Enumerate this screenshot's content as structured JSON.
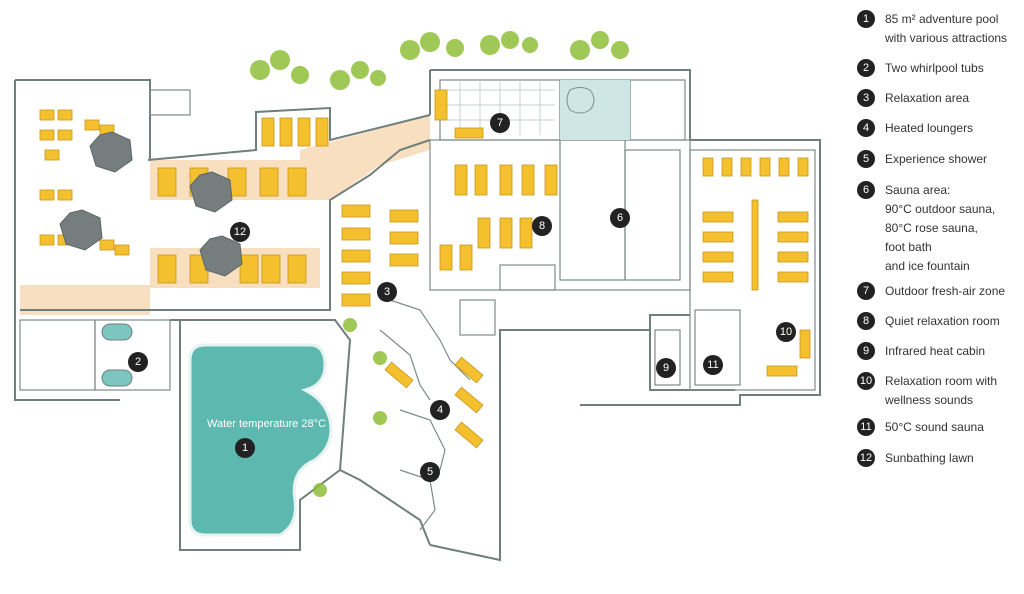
{
  "pool": {
    "temperature_label": "Water temperature 28°C"
  },
  "markers": [
    {
      "num": "1"
    },
    {
      "num": "2"
    },
    {
      "num": "3"
    },
    {
      "num": "4"
    },
    {
      "num": "5"
    },
    {
      "num": "6"
    },
    {
      "num": "7"
    },
    {
      "num": "8"
    },
    {
      "num": "9"
    },
    {
      "num": "10"
    },
    {
      "num": "11"
    },
    {
      "num": "12"
    }
  ],
  "legend": [
    {
      "num": "1",
      "text": "85 m² adventure pool\nwith various attractions"
    },
    {
      "num": "2",
      "text": "Two whirlpool tubs"
    },
    {
      "num": "3",
      "text": "Relaxation area"
    },
    {
      "num": "4",
      "text": "Heated loungers"
    },
    {
      "num": "5",
      "text": "Experience shower"
    },
    {
      "num": "6",
      "text": "Sauna area:\n90°C outdoor sauna,\n80°C rose sauna,\nfoot bath\nand ice fountain"
    },
    {
      "num": "7",
      "text": "Outdoor fresh-air zone"
    },
    {
      "num": "8",
      "text": "Quiet relaxation room"
    },
    {
      "num": "9",
      "text": "Infrared heat cabin"
    },
    {
      "num": "10",
      "text": "Relaxation room with\nwellness sounds"
    },
    {
      "num": "11",
      "text": "50°C sound sauna"
    },
    {
      "num": "12",
      "text": "Sunbathing lawn"
    }
  ],
  "colors": {
    "wall": "#6f7f7c",
    "lounger": "#f4c02e",
    "lounger_stroke": "#c9961a",
    "pool": "#5db8b0",
    "deck": "#f7dfbf",
    "umbrella": "#757d7e",
    "tree_green": "#8fbf3a",
    "marker": "#222222"
  }
}
